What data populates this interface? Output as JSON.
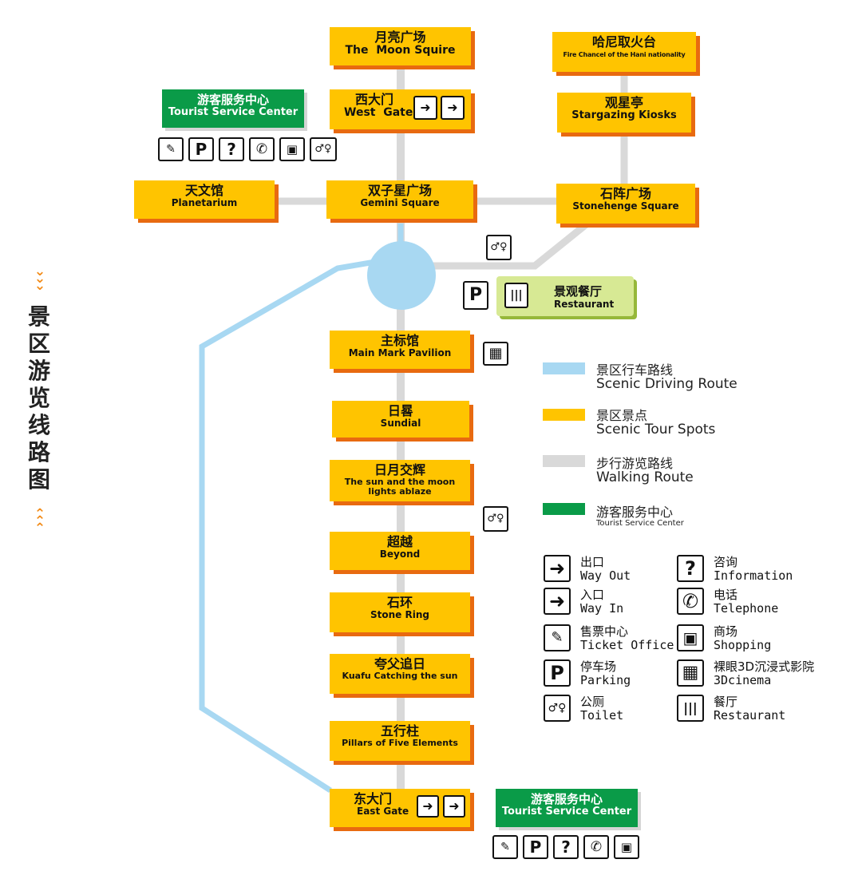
{
  "map_title": "景区游览线路图",
  "map_title_chars": [
    "景",
    "区",
    "游",
    "览",
    "线",
    "路",
    "图"
  ],
  "colors": {
    "driving": "#A8D8F2",
    "spot": "#FFC400",
    "walking": "#D9D9D9",
    "service": "#0A9B48"
  },
  "spots": {
    "moon_square": {
      "cn": "月亮广场",
      "en": "The  Moon Squire"
    },
    "west_gate": {
      "cn": "西大门",
      "en": "West  Gate"
    },
    "hani_fire": {
      "cn": "哈尼取火台",
      "en": "Fire Chancel of the Hani nationality"
    },
    "stargazing": {
      "cn": "观星亭",
      "en": "Stargazing Kiosks"
    },
    "planetarium": {
      "cn": "天文馆",
      "en": "Planetarium"
    },
    "gemini": {
      "cn": "双子星广场",
      "en": "Gemini Square"
    },
    "stonehenge": {
      "cn": "石阵广场",
      "en": "Stonehenge Square"
    },
    "main_mark": {
      "cn": "主标馆",
      "en": "Main Mark Pavilion"
    },
    "sundial": {
      "cn": "日晷",
      "en": "Sundial"
    },
    "sun_moon": {
      "cn": "日月交辉",
      "en": "The sun and the moon lights ablaze"
    },
    "beyond": {
      "cn": "超越",
      "en": "Beyond"
    },
    "stone_ring": {
      "cn": "石环",
      "en": "Stone Ring"
    },
    "kuafu": {
      "cn": "夸父追日",
      "en": "Kuafu Catching the sun"
    },
    "five_pillars": {
      "cn": "五行柱",
      "en": "Pillars of Five Elements"
    },
    "east_gate": {
      "cn": "东大门",
      "en": "East Gate"
    }
  },
  "service_top": {
    "cn": "游客服务中心",
    "en": "Tourist Service Center"
  },
  "service_bottom": {
    "cn": "游客服务中心",
    "en": "Tourist Service Center"
  },
  "restaurant": {
    "cn": "景观餐厅",
    "en": "Restaurant"
  },
  "route_legend": [
    {
      "cn": "景区行车路线",
      "en": "Scenic Driving Route",
      "color": "#A8D8F2"
    },
    {
      "cn": "景区景点",
      "en": "Scenic Tour Spots",
      "color": "#FFC400"
    },
    {
      "cn": "步行游览路线",
      "en": "Walking Route",
      "color": "#D9D9D9"
    },
    {
      "cn": "游客服务中心",
      "en": "Tourist Service Center",
      "color": "#0A9B48"
    }
  ],
  "icon_legend": {
    "way_out": {
      "cn": "出口",
      "en": "Way Out",
      "icon": "exit-icon"
    },
    "way_in": {
      "cn": "入口",
      "en": "Way In",
      "icon": "entrance-icon"
    },
    "ticket": {
      "cn": "售票中心",
      "en": "Ticket Office",
      "icon": "ticket-icon"
    },
    "parking": {
      "cn": "停车场",
      "en": "Parking",
      "icon": "parking-icon"
    },
    "toilet": {
      "cn": "公厕",
      "en": "Toilet",
      "icon": "toilet-icon"
    },
    "info": {
      "cn": "咨询",
      "en": "Information",
      "icon": "information-icon"
    },
    "telephone": {
      "cn": "电话",
      "en": "Telephone",
      "icon": "telephone-icon"
    },
    "shopping": {
      "cn": "商场",
      "en": "Shopping",
      "icon": "shopping-icon"
    },
    "cinema": {
      "cn": "裸眼3D沉浸式影院",
      "en": "3Dcinema",
      "icon": "cinema-icon"
    },
    "restaurant": {
      "cn": "餐厅",
      "en": "Restaurant",
      "icon": "restaurant-icon"
    }
  },
  "glyphs": {
    "parking": "P",
    "info": "?",
    "exit": "➜",
    "entrance": "➜",
    "phone": "✆",
    "gift": "🎁",
    "toilet": "🚻",
    "cinema": "▦",
    "ticket": "✎",
    "cutlery": "🍴",
    "chev_down": "≫",
    "chev_up": "︿"
  }
}
